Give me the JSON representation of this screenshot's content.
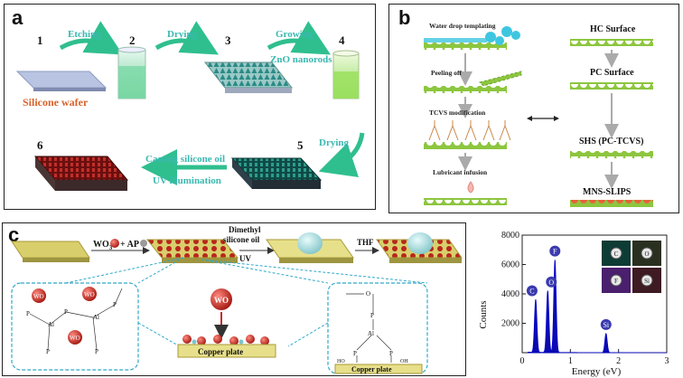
{
  "panel_a": {
    "label": "a",
    "steps": [
      "1",
      "2",
      "3",
      "4",
      "5",
      "6"
    ],
    "etching": "Etching",
    "drying1": "Drying",
    "growing": "Growing",
    "zno": "ZnO nanorods",
    "silicone_wafer": "Silicone wafer",
    "drying2": "Drying",
    "casting": "Casting silicone oil",
    "uv": "UV illumination"
  },
  "panel_b": {
    "label": "b",
    "water_drop": "Water drop templating",
    "peeling": "Peeling off",
    "tcvs_mod": "TCVS modification",
    "lubricant": "Lubricant infusion",
    "hc": "HC Surface",
    "pc": "PC Surface",
    "shs": "SHS (PC-TCVS)",
    "mns": "MNS-SLIPS"
  },
  "panel_c": {
    "label": "c",
    "wo": "WO",
    "wo_sub": "3",
    "plus_ap": "+ AP",
    "dimethyl": "Dimethyl",
    "silicone_oil": "silicone oil",
    "uv": "UV",
    "thf": "THF",
    "copper_plate": "Copper plate",
    "al": "Al",
    "p": "P",
    "o": "O",
    "oh": "OH",
    "ho": "HO"
  },
  "panel_d": {
    "chart_data": {
      "type": "line",
      "title": "",
      "xlabel": "Energy (eV)",
      "ylabel": "Counts",
      "xlim": [
        0,
        3
      ],
      "ylim": [
        0,
        8000
      ],
      "xticks": [
        0,
        1,
        2,
        3
      ],
      "yticks": [
        2000,
        4000,
        6000,
        8000
      ],
      "peaks": [
        {
          "label": "C",
          "x": 0.28,
          "y": 3600
        },
        {
          "label": "O",
          "x": 0.53,
          "y": 4200
        },
        {
          "label": "F",
          "x": 0.68,
          "y": 6300
        },
        {
          "label": "Si",
          "x": 1.74,
          "y": 1300
        }
      ],
      "map_labels": [
        "C",
        "O",
        "F",
        "Si"
      ],
      "colors": {
        "line": "#0000cc",
        "fill": "#0a0ab0",
        "badge": "#3a3ab0"
      }
    }
  }
}
